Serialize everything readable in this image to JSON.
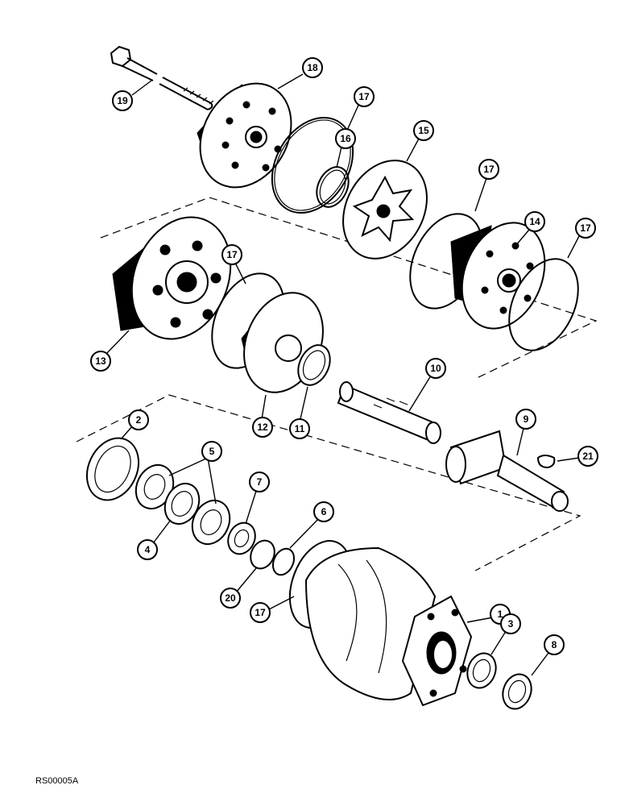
{
  "diagram": {
    "reference_code": "RS00005A",
    "callouts": [
      "19",
      "18",
      "17",
      "16",
      "15",
      "17",
      "14",
      "17",
      "17",
      "13",
      "12",
      "11",
      "10",
      "9",
      "21",
      "2",
      "5",
      "4",
      "7",
      "6",
      "20",
      "17",
      "1",
      "3",
      "8"
    ]
  }
}
